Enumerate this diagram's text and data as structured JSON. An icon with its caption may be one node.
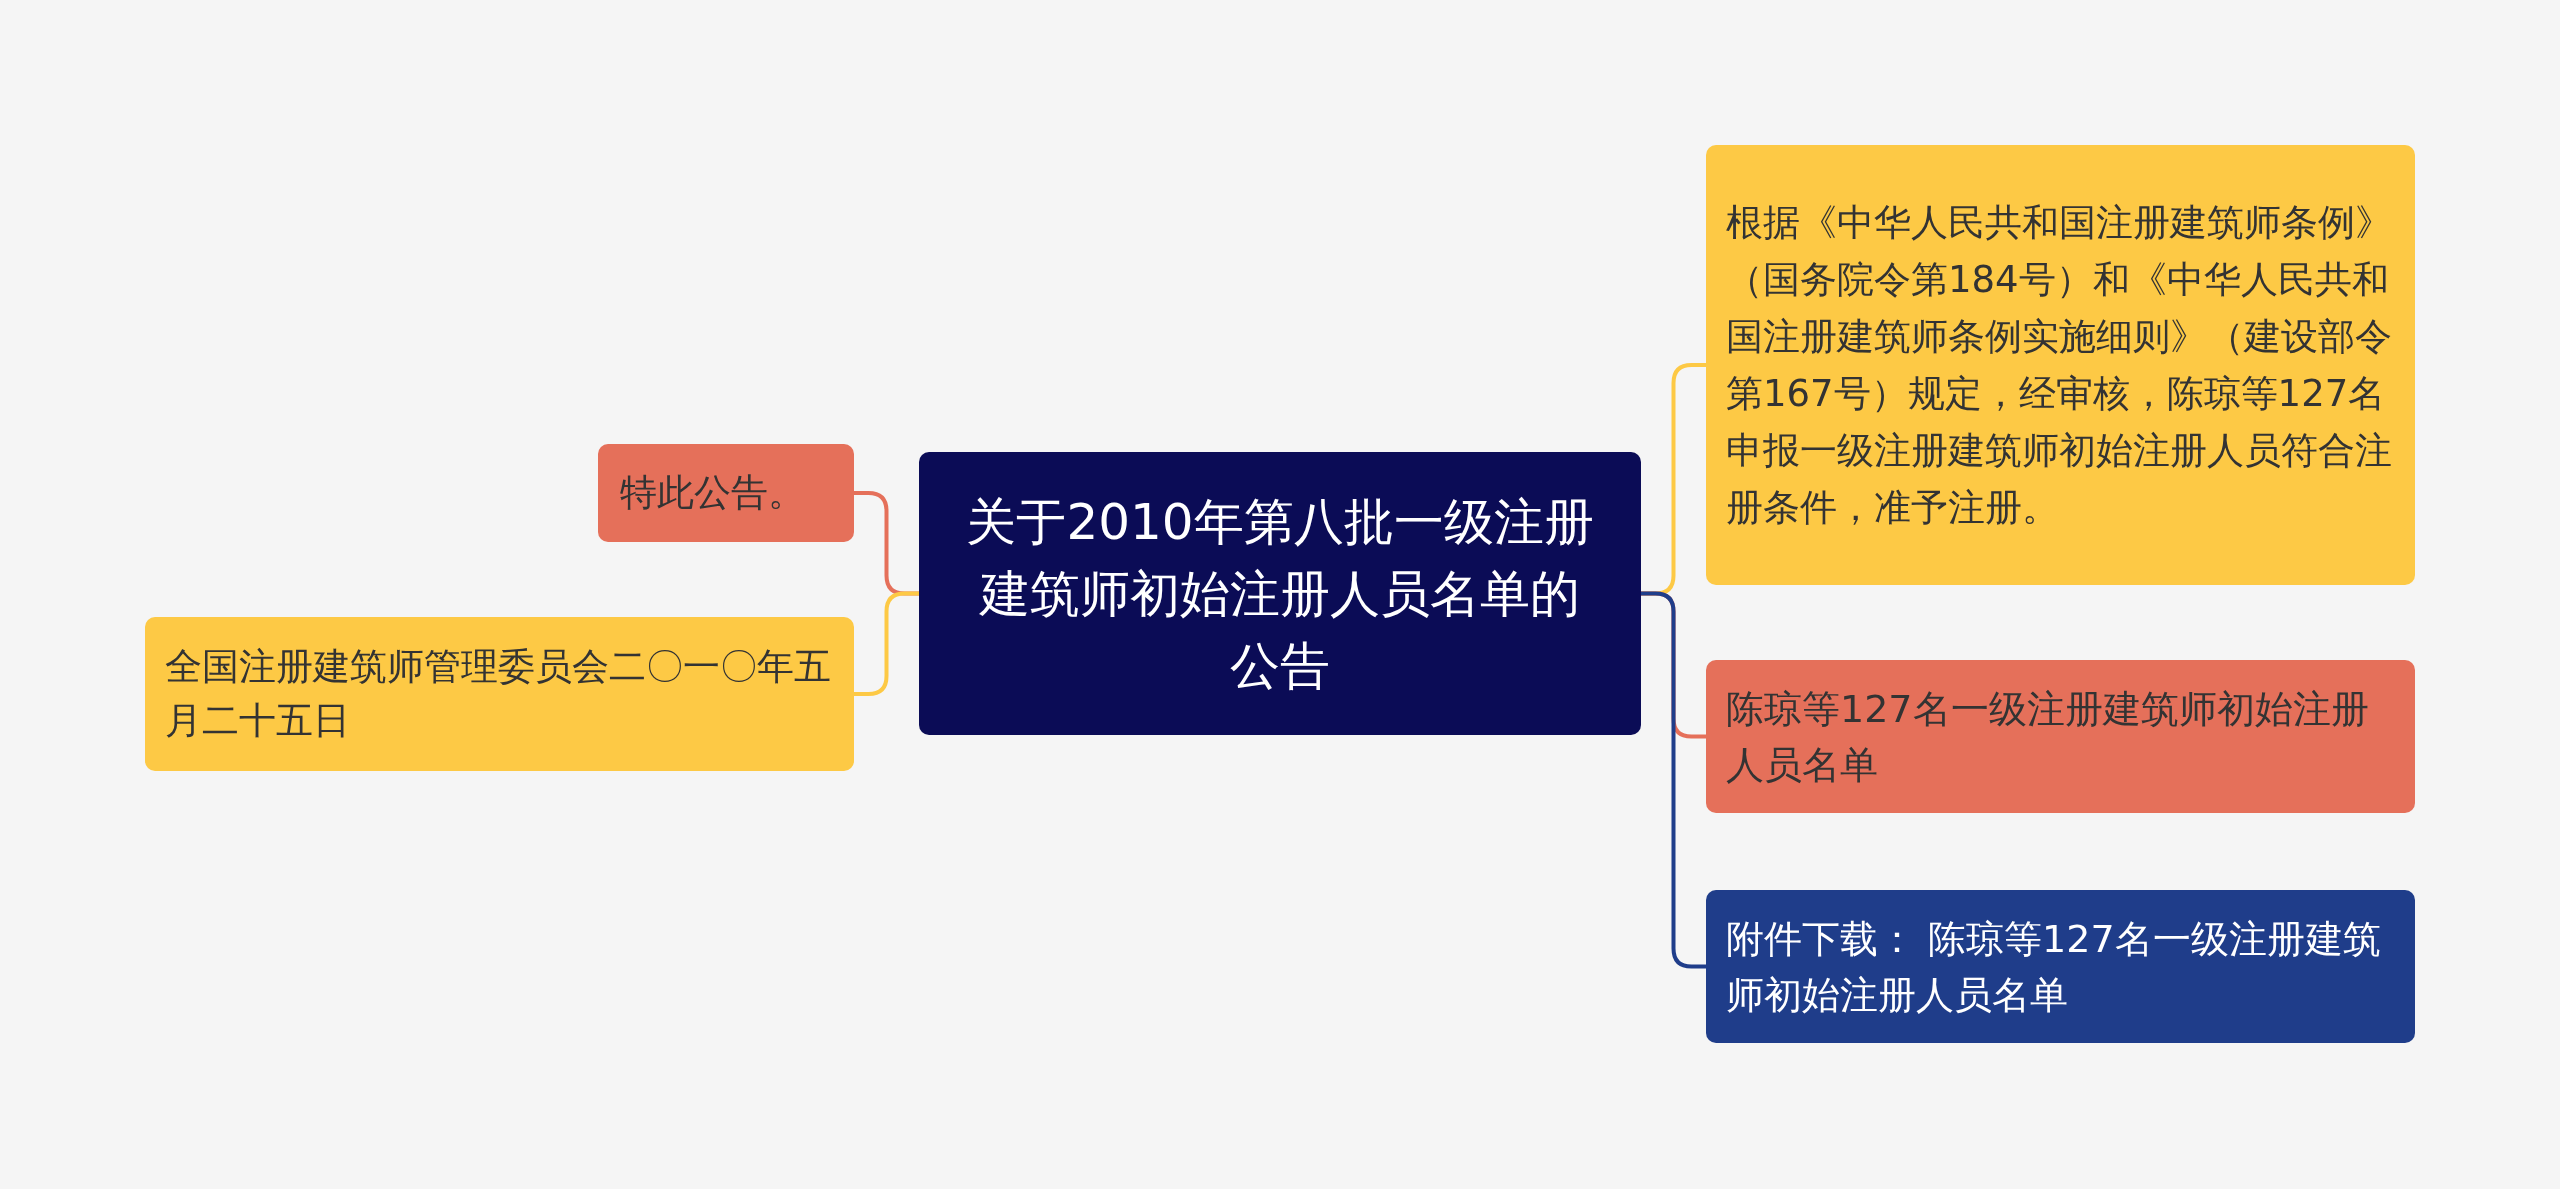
{
  "diagram": {
    "nodes": [
      {
        "text": [
          "关于2010年第八批一级注册建筑师初始注册人员名单的公告"
        ]
      },
      {
        "text": [
          "特此公告。"
        ]
      },
      {
        "text": [
          "全国注册建筑师管理委员会二〇一〇年五月二十五日"
        ]
      },
      {
        "text": [
          "根据《中华人民共和国注册建筑师条例》（国务院令第184号）和《中华人民共和国注册建筑师条例实施细则》（建设部令第167号）规定，经审核，陈琼等127名申报一级注册建筑师初始注册人员符合注册条件，准予注册。"
        ]
      },
      {
        "text": [
          "陈琼等127名一级注册建筑师初始注册人员名单"
        ]
      },
      {
        "text": [
          "附件下载： 陈琼等127名一级注册建筑师初始注册人员名单"
        ]
      }
    ],
    "edges": [
      {
        "from": 0,
        "to": 1,
        "arrow": "none",
        "color": "#e5705a"
      },
      {
        "from": 0,
        "to": 2,
        "arrow": "none",
        "color": "#fdc945"
      },
      {
        "from": 0,
        "to": 3,
        "arrow": "none",
        "color": "#fdc945"
      },
      {
        "from": 0,
        "to": 4,
        "arrow": "none",
        "color": "#e5705a"
      },
      {
        "from": 0,
        "to": 5,
        "arrow": "none",
        "color": "#1f3d8a"
      }
    ]
  }
}
